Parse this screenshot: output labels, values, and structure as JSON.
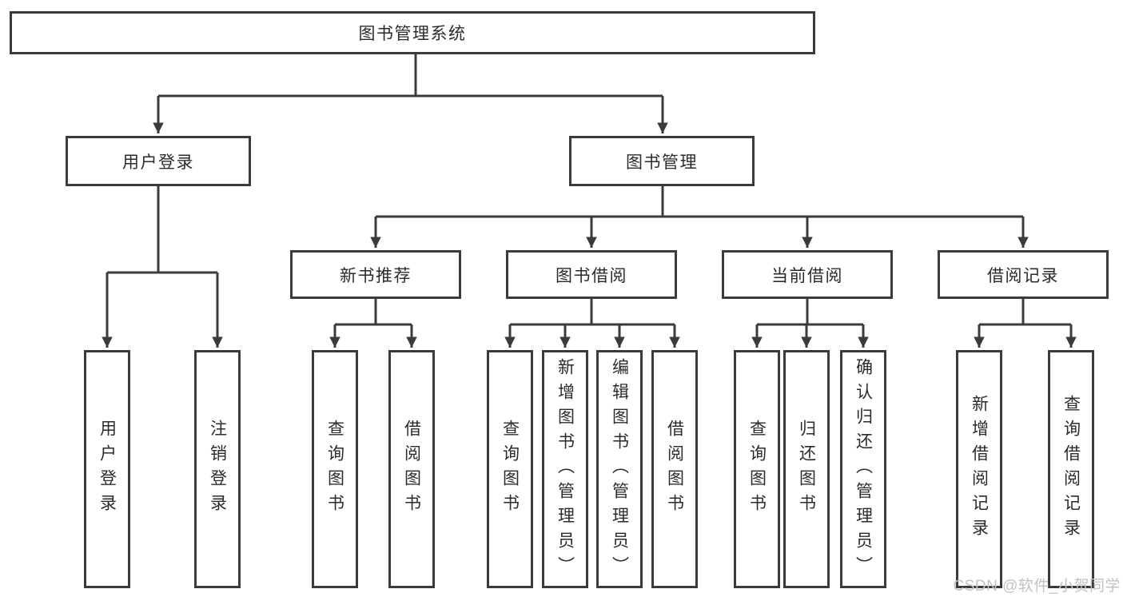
{
  "tree": {
    "root": {
      "label": "图书管理系统"
    },
    "level2": [
      {
        "label": "用户登录"
      },
      {
        "label": "图书管理"
      }
    ],
    "level3": [
      {
        "label": "新书推荐"
      },
      {
        "label": "图书借阅"
      },
      {
        "label": "当前借阅"
      },
      {
        "label": "借阅记录"
      }
    ],
    "leaves": [
      {
        "label": "用户登录"
      },
      {
        "label": "注销登录"
      },
      {
        "label": "查询图书"
      },
      {
        "label": "借阅图书"
      },
      {
        "label": "查询图书"
      },
      {
        "label": "新增图书（管理员）"
      },
      {
        "label": "编辑图书（管理员）"
      },
      {
        "label": "借阅图书"
      },
      {
        "label": "查询图书"
      },
      {
        "label": "归还图书"
      },
      {
        "label": "确认归还（管理员）"
      },
      {
        "label": "新增借阅记录"
      },
      {
        "label": "查询借阅记录"
      }
    ]
  },
  "watermark": {
    "text": "CSDN @软件_小贺同学"
  },
  "colors": {
    "line": "#3b3b3b",
    "text": "#2b2b2b",
    "background": "#ffffff",
    "watermark": "#c2c2c2"
  }
}
